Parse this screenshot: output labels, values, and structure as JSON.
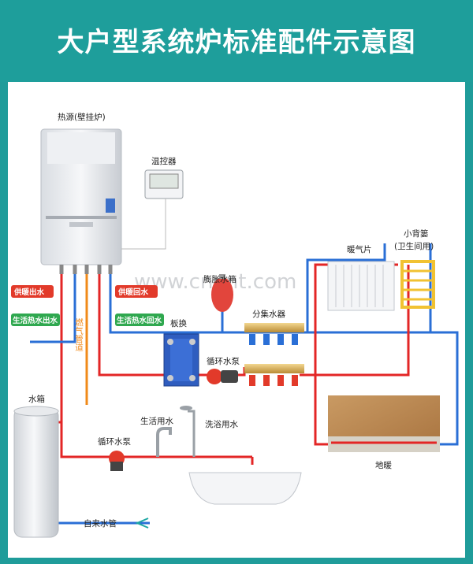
{
  "title": "大户型系统炉标准配件示意图",
  "labels": {
    "heat_source": "热源(壁挂炉)",
    "thermostat": "温控器",
    "expansion_tank": "膨胀水箱",
    "radiator": "暖气片",
    "towel_rack": "小背篓",
    "towel_rack_sub": "(卫生间用)",
    "plate_exchanger": "板换",
    "manifold": "分集水器",
    "circ_pump_1": "循环水泵",
    "water_tank": "水箱",
    "domestic_water": "生活用水",
    "shower_water": "洗浴用水",
    "circ_pump_2": "循环水泵",
    "floor_heating": "地暖",
    "tap_water": "自来水管",
    "gas_pipe": "燃气管道",
    "watermark": "www.cnynt.com"
  },
  "tags": {
    "heating_out": "供暖出水",
    "heating_return": "供暖回水",
    "dhw_out": "生活热水出水",
    "dhw_return": "生活热水回水"
  },
  "colors": {
    "hot_pipe": "#e32626",
    "cold_pipe": "#2a6fd6",
    "gas_pipe": "#f08a1a",
    "tag_red": "#e23a2a",
    "tag_green": "#2fa84f",
    "header": "#1e9e9b"
  }
}
